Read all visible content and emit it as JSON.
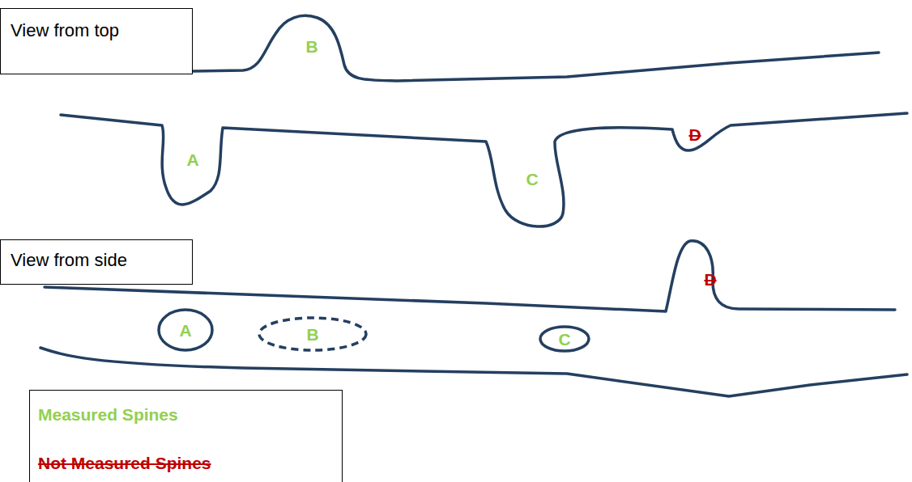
{
  "diagram": {
    "nodes": [
      {
        "text": [
          "View from top"
        ]
      },
      {
        "text": [
          "View from side"
        ]
      },
      {
        "text": [
          "A"
        ]
      },
      {
        "text": [
          "B"
        ]
      },
      {
        "text": [
          "C"
        ]
      }
    ],
    "labels": [
      "B",
      "A",
      "C",
      "D",
      "D"
    ],
    "legend": [
      {
        "text": "Measured Spines",
        "color": "#92d050"
      },
      {
        "text": "Not Measured Spines",
        "color": "#c00000"
      }
    ]
  }
}
